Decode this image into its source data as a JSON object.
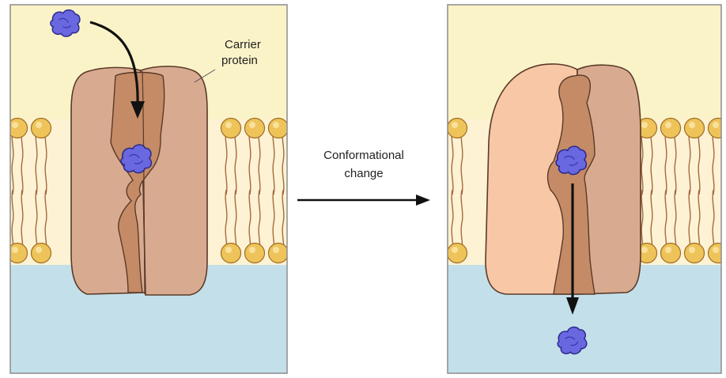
{
  "labels": {
    "carrier_protein_line1": "Carrier",
    "carrier_protein_line2": "protein",
    "conformational_line1": "Conformational",
    "conformational_line2": "change"
  },
  "colors": {
    "extracellular": "#fbf3c8",
    "cytoplasm": "#c3e0ea",
    "lipid_head": "#eec45a",
    "lipid_tail": "#a66a3e",
    "protein_light": "#d8ab91",
    "protein_peach": "#f8c8a6",
    "channel": "#c48b66",
    "solute": "#6a68e0",
    "arrow": "#111111",
    "frame": "#8c8c8c"
  }
}
